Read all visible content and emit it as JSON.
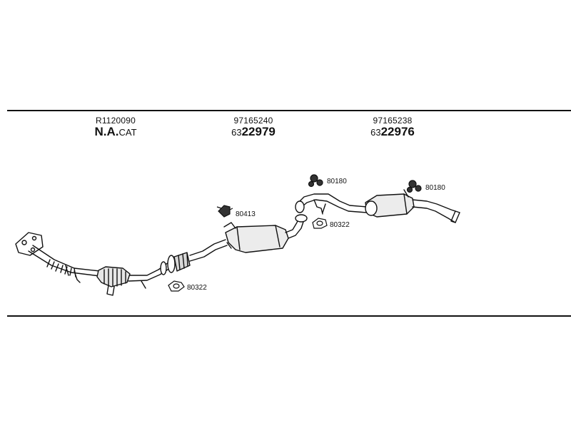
{
  "parts": {
    "left": {
      "ref": "R1120090",
      "main_bold": "N.A.",
      "main_tail": "CAT"
    },
    "middle": {
      "ref": "97165240",
      "main_prefix": "63",
      "main_bold": "22979"
    },
    "right": {
      "ref": "97165238",
      "main_prefix": "63",
      "main_bold": "22976"
    }
  },
  "callouts": {
    "gasket_front": "80322",
    "bracket_mid": "80413",
    "gasket_rear": "80322",
    "hanger_rear_1": "80180",
    "hanger_rear_2": "80180"
  },
  "icons": [
    "gasket-icon",
    "bracket-icon",
    "hanger-icon"
  ]
}
